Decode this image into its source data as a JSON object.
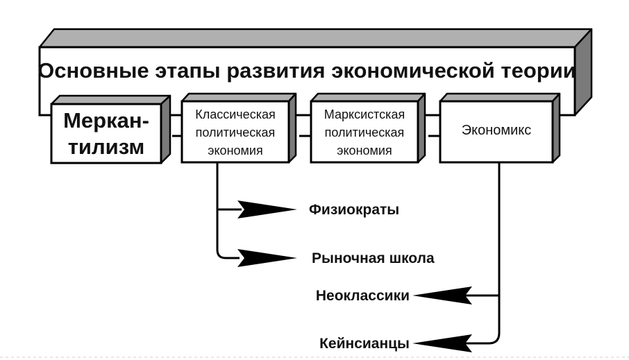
{
  "title": "Основные этапы развития экономической теории",
  "stages": [
    {
      "id": "mercantilism",
      "lines": [
        "Меркан-",
        "тилизм"
      ]
    },
    {
      "id": "classical",
      "lines": [
        "Классическая",
        "политическая",
        "экономия"
      ]
    },
    {
      "id": "marxist",
      "lines": [
        "Марксистская",
        "политическая",
        "экономия"
      ]
    },
    {
      "id": "economics",
      "lines": [
        "Экономикс"
      ]
    }
  ],
  "branches": {
    "classical": [
      "Физиократы",
      "Рыночная школа"
    ],
    "economics": [
      "Неоклассики",
      "Кейнсианцы"
    ]
  }
}
